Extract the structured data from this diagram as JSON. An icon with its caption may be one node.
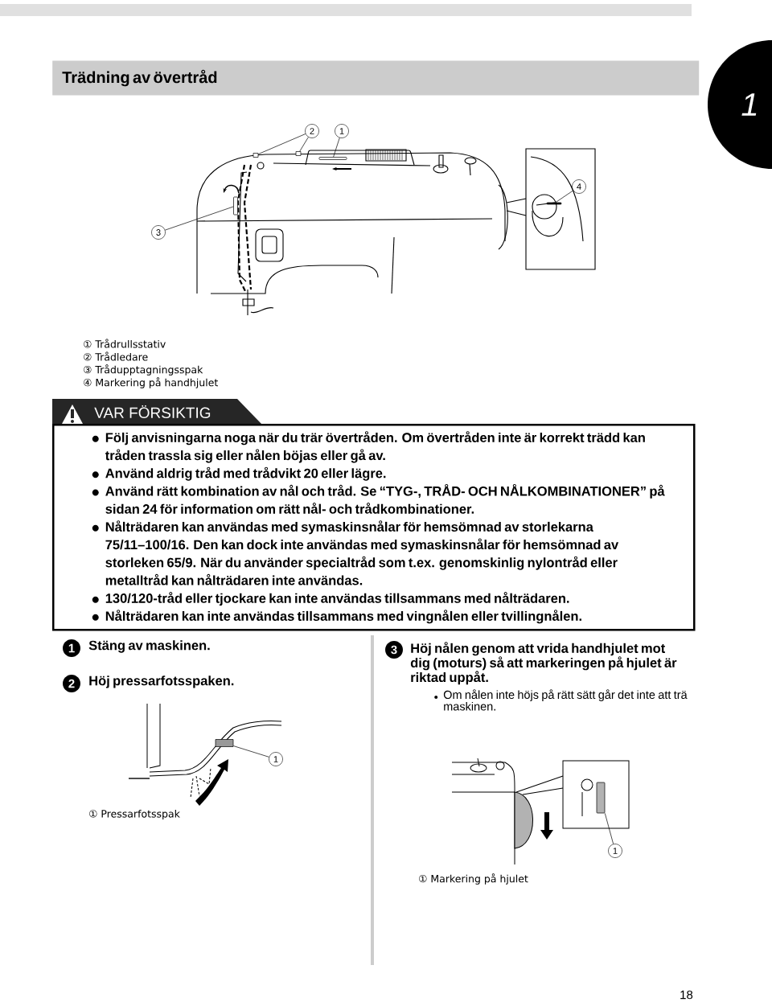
{
  "diagram": {
    "nodes": [
      {
        "text": [
          "Trädning av övertråd"
        ]
      },
      {
        "text": [
          "1"
        ]
      },
      {
        "text": [
          "2"
        ]
      },
      {
        "text": [
          "1"
        ]
      },
      {
        "text": [
          "3"
        ]
      },
      {
        "text": [
          "4"
        ]
      },
      {
        "text": [
          "VAR FÖRSIKTIG"
        ]
      },
      {
        "text": [
          "Följ anvisningarna noga när du trär övertråden. Om övertråden inte är korrekt trädd kan tråden trassla sig eller nålen böjas eller gå av.",
          "Använd aldrig tråd med trådvikt 20 eller lägre.",
          "Använd rätt kombination av nål och tråd. Se “TYG-, TRÅD- OCH NÅLKOMBINATIONER” på sidan 24 för information om rätt nål- och trådkombinationer.",
          "Nålträdaren kan användas med symaskinsnålar för hemsömnad av storlekarna 75/11–100/16. Den kan dock inte användas med symaskinsnålar för hemsömnad av storleken 65/9. När du använder specialtråd som t.ex. genomskinlig nylontråd eller metalltråd kan nålträdaren inte användas.",
          "130/120-tråd eller tjockare kan inte användas tillsammans med nålträdaren.",
          "Nålträdaren kan inte användas tillsammans med vingnålen eller tvillingnålen."
        ]
      },
      {
        "text": [
          "1"
        ],
        "beside": [
          "Stäng av maskinen."
        ]
      },
      {
        "text": [
          "2"
        ],
        "beside": [
          "Höj pressarfotsspaken."
        ]
      },
      {
        "text": [
          "3"
        ],
        "beside": [
          "Höj nålen genom att vrida handhjulet mot dig (moturs) så att markeringen på hjulet är riktad uppåt."
        ]
      },
      {
        "text": [
          "1"
        ]
      },
      {
        "text": [
          "1"
        ]
      },
      {
        "text": [],
        "shape": "box"
      },
      {
        "text": [],
        "shape": "box"
      },
      {
        "text": [],
        "shape": "bar"
      },
      {
        "text": [],
        "shape": "bar"
      },
      {
        "text": [],
        "shape": "bar"
      },
      {
        "text": [],
        "shape": "box"
      },
      {
        "text": [],
        "shape": "bar"
      }
    ],
    "edges": [
      {
        "from": 2,
        "to": 13,
        "arrow": "none"
      },
      {
        "from": 2,
        "to": 14,
        "arrow": "none"
      },
      {
        "from": 3,
        "to": 15,
        "arrow": "none"
      },
      {
        "from": 4,
        "to": 16,
        "arrow": "none"
      },
      {
        "from": 5,
        "to": 17,
        "arrow": "none"
      },
      {
        "from": 11,
        "to": 18,
        "arrow": "none"
      },
      {
        "from": 12,
        "to": 19,
        "arrow": "none"
      }
    ],
    "labels": [
      "① Trådrullsstativ",
      "② Trådledare",
      "③ Trådupptagningsspak",
      "④ Markering på handhjulet",
      "Om nålen inte höjs på rätt sätt går det inte att trä maskinen.",
      "① Pressarfotsspak",
      "① Markering på hjulet",
      "18"
    ]
  }
}
